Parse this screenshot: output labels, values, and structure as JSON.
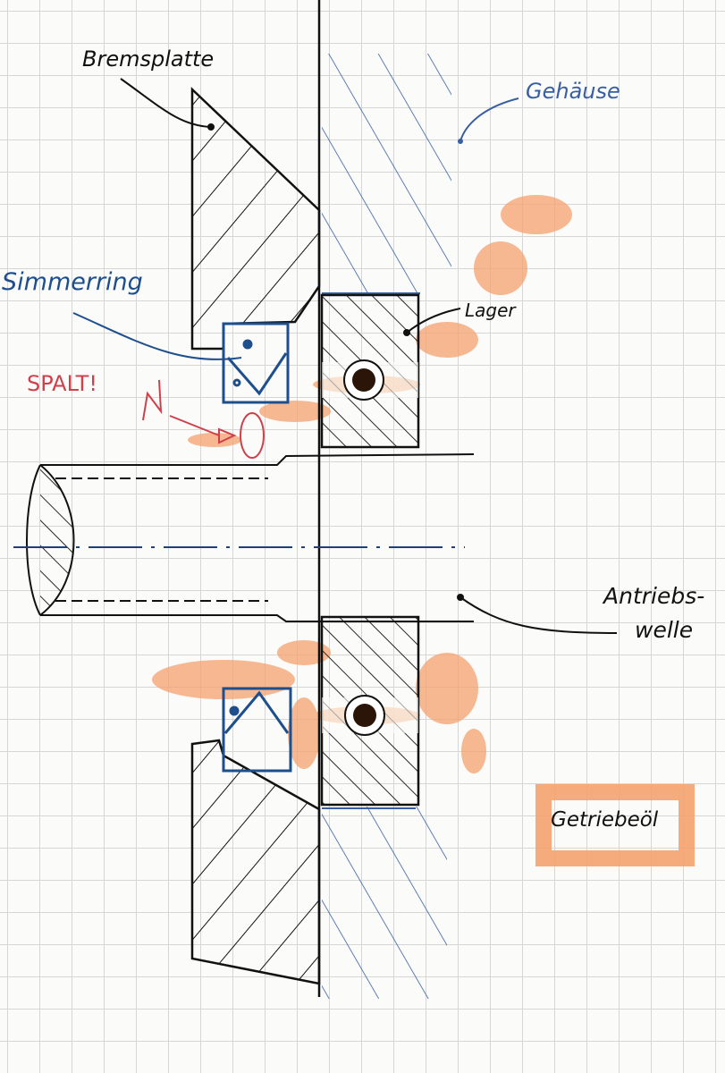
{
  "labels": {
    "brake_plate": "Bremsplatte",
    "housing": "Gehäuse",
    "seal": "Simmerring",
    "gap": "SPALT!",
    "bearing": "Lager",
    "shaft_line1": "Antriebs-",
    "shaft_line2": "welle",
    "oil_legend": "Getriebeöl"
  },
  "colors": {
    "ink": "#111111",
    "blue": "#1e4f8c",
    "red": "#d0404a",
    "oil": "#f5a26e"
  }
}
